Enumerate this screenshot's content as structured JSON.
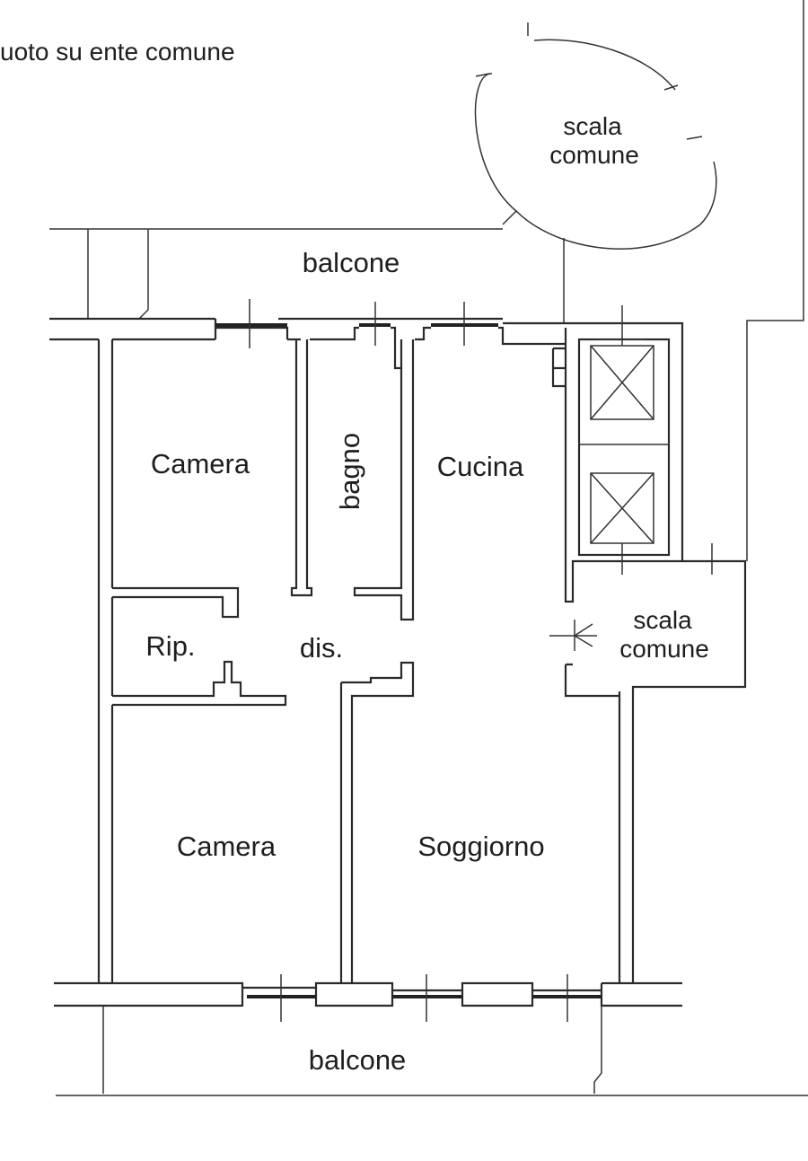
{
  "plan": {
    "top_note": "uoto su ente comune",
    "rooms": {
      "stair_top_line1": "scala",
      "stair_top_line2": "comune",
      "balcony_top": "balcone",
      "bedroom_1": "Camera",
      "bathroom": "bagno",
      "kitchen": "Cucina",
      "storage": "Rip.",
      "hallway": "dis.",
      "stair_right_line1": "scala",
      "stair_right_line2": "comune",
      "bedroom_2": "Camera",
      "living_room": "Soggiorno",
      "balcony_bottom": "balcone"
    }
  }
}
